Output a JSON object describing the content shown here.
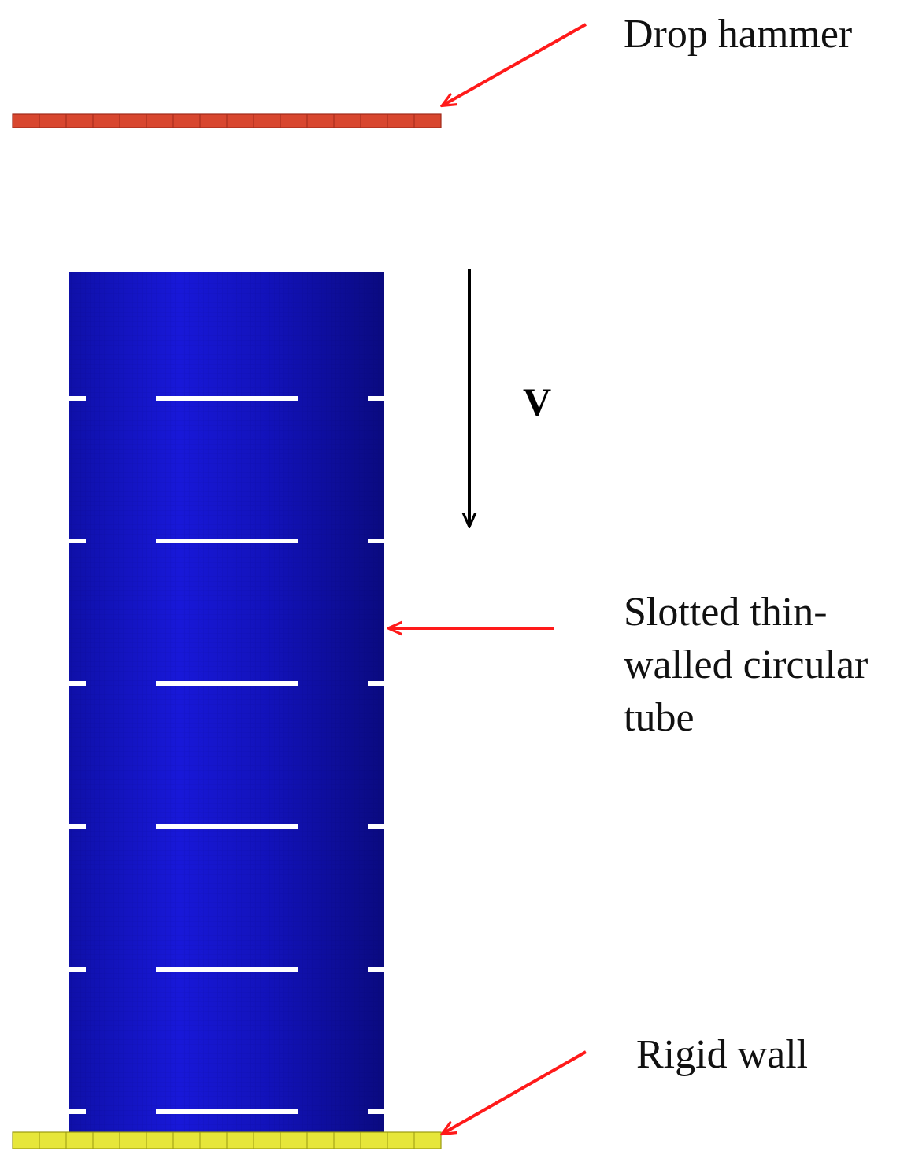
{
  "labels": {
    "drop_hammer": "Drop hammer",
    "tube_line1": "Slotted thin-",
    "tube_line2": "walled circular",
    "tube_line3": "tube",
    "rigid_wall": "Rigid wall",
    "velocity": "V"
  },
  "colors": {
    "hammer": "#d8472f",
    "tube": "#1515c8",
    "tube_dark": "#0b0b86",
    "rigid_wall": "#e6e63a",
    "pointer_arrow": "#ff1a1a",
    "velocity_arrow": "#000000"
  },
  "model": {
    "slot_rows": 6,
    "hammer_segments": 16,
    "wall_segments": 16
  }
}
